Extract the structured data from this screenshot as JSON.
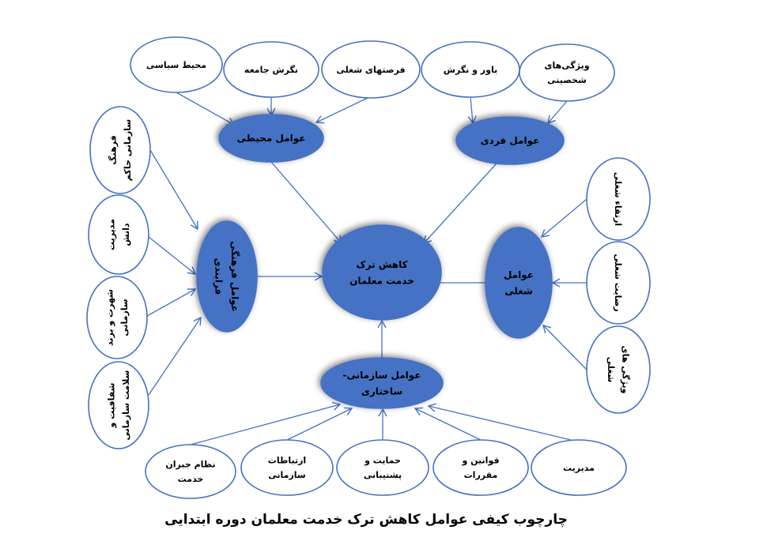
{
  "colors": {
    "hub_fill": "#4472C4",
    "outline": "#4472C4",
    "arrow": "#4472C4"
  },
  "center": {
    "lines": [
      "کاهش ترک",
      "خدمت معلمان"
    ]
  },
  "hubs": {
    "environmental": {
      "lines": [
        "عوامل محیطی"
      ]
    },
    "individual": {
      "lines": [
        "عوامل فردی"
      ]
    },
    "cultural": {
      "lines": [
        "عوامل فرهنگی",
        "فرایندی"
      ]
    },
    "job": {
      "lines": [
        "عوامل",
        "شغلی"
      ]
    },
    "organizational": {
      "lines": [
        "عوامل سازمانی-",
        "ساختاری"
      ]
    }
  },
  "factors": {
    "political_environment": {
      "lines": [
        "محیط سیاسی"
      ]
    },
    "society_attitude": {
      "lines": [
        "نگرش جامعه"
      ]
    },
    "job_opportunities": {
      "lines": [
        "فرصتهای شغلی"
      ]
    },
    "belief_attitude": {
      "lines": [
        "باور و نگرش"
      ]
    },
    "personality_traits": {
      "lines": [
        "ویژگی‌های",
        "شخصیتی"
      ]
    },
    "dominant_culture": {
      "lines": [
        "فرهنگ",
        "سازمانی حاکم"
      ]
    },
    "knowledge_management": {
      "lines": [
        "مدیریت",
        "دانش"
      ]
    },
    "reputation_brand": {
      "lines": [
        "شهرت و برند",
        "سازمانی"
      ]
    },
    "transparency_health": {
      "lines": [
        "شفافیت و",
        "سلامت سازمانی"
      ]
    },
    "job_promotion": {
      "lines": [
        "ارتقاء شغلی"
      ]
    },
    "job_satisfaction": {
      "lines": [
        "رضایت شغلی"
      ]
    },
    "job_characteristics": {
      "lines": [
        "ویژگی های",
        "شغلی"
      ]
    },
    "compensation": {
      "lines": [
        "نظام جبران",
        "خدمت"
      ]
    },
    "communication": {
      "lines": [
        "ارتباطات",
        "سازمانی"
      ]
    },
    "support": {
      "lines": [
        "حمایت و",
        "پشتیبانی"
      ]
    },
    "rules": {
      "lines": [
        "قوانین و",
        "مقررات"
      ]
    },
    "management": {
      "lines": [
        "مدیریت"
      ]
    }
  },
  "caption": "چارچوب کیفی عوامل کاهش ترک خدمت معلمان دوره ابتدایی"
}
